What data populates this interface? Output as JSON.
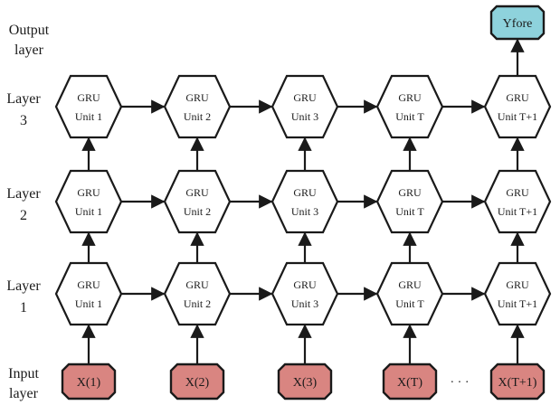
{
  "diagram": {
    "colors": {
      "input_fill": "#d98581",
      "output_fill": "#8ed2dc",
      "stroke": "#1a1a1a",
      "hex_fill": "#ffffff"
    },
    "output_label": [
      "Output",
      "layer"
    ],
    "output_box": "Yfore",
    "layers": [
      {
        "label": [
          "Layer",
          "3"
        ],
        "units": [
          "Unit 1",
          "Unit 2",
          "Unit 3",
          "Unit T",
          "Unit T+1"
        ]
      },
      {
        "label": [
          "Layer",
          "2"
        ],
        "units": [
          "Unit 1",
          "Unit 2",
          "Unit 3",
          "Unit T",
          "Unit T+1"
        ]
      },
      {
        "label": [
          "Layer",
          "1"
        ],
        "units": [
          "Unit 1",
          "Unit 2",
          "Unit 3",
          "Unit T",
          "Unit T+1"
        ]
      }
    ],
    "cell_name": "GRU",
    "input_label": [
      "Input",
      "layer"
    ],
    "inputs": [
      "X(1)",
      "X(2)",
      "X(3)",
      "X(T)",
      "X(T+1)"
    ],
    "ellipsis": "· · ·"
  }
}
